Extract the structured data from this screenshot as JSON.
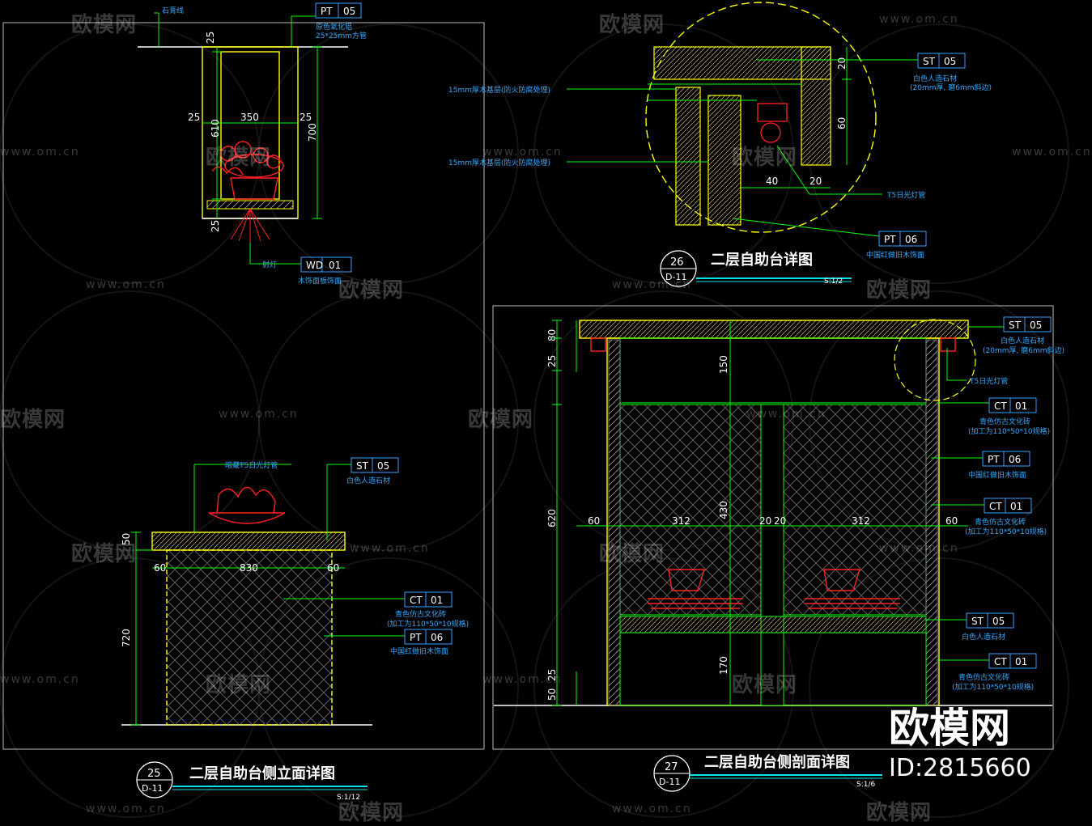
{
  "watermark": {
    "text": "欧模网",
    "url": "www.om.cn",
    "big_text": "欧模网",
    "id_text": "ID:2815660"
  },
  "views": [
    {
      "number": "25",
      "sheet": "D-11",
      "title": "二层自助台侧立面详图",
      "scale": "S:1/12"
    },
    {
      "number": "26",
      "sheet": "D-11",
      "title": "二层自助台详图",
      "scale": "S:1/2"
    },
    {
      "number": "27",
      "sheet": "D-11",
      "title": "二层自助台侧剖面详图",
      "scale": "S:1/6"
    }
  ],
  "top_elevation": {
    "dims": {
      "d25_top": "25",
      "d610": "610",
      "d700": "700",
      "d350": "350",
      "d25_left": "25",
      "d25_right": "25",
      "d25_bottom": "25"
    },
    "callouts": {
      "top_text": "石膏线",
      "pt_code": "PT",
      "pt_num": "05",
      "pt_desc1": "原色氧化铝",
      "pt_desc2": "25*25mm方管",
      "wd_code": "WD",
      "wd_num": "01",
      "wd_desc": "木饰面板饰面",
      "lamp": "射灯"
    }
  },
  "detail26": {
    "dims": {
      "d20": "20",
      "d60": "60",
      "d40": "40",
      "d20b": "20"
    },
    "notes": {
      "layer1": "15mm厚木基层(防火防腐处理)",
      "layer2": "15mm厚木基层(防火防腐处理)",
      "lamp": "T5日光灯管"
    },
    "st_code": "ST",
    "st_num": "05",
    "st_desc1": "白色人造石材",
    "st_desc2": "(20mm厚, 磨6mm斜边)",
    "pt_code": "PT",
    "pt_num": "06",
    "pt_desc": "中国红做旧木饰面"
  },
  "elev25": {
    "dims": {
      "d720": "720",
      "d60a": "60",
      "d830": "830",
      "d60b": "60",
      "d50": "50"
    },
    "notes": {
      "lamp": "暗藏T5日光灯管"
    },
    "st_code": "ST",
    "st_num": "05",
    "st_desc": "白色人造石材",
    "ct_code": "CT",
    "ct_num": "01",
    "ct_desc1": "青色仿古文化砖",
    "ct_desc2": "(加工为110*50*10规格)",
    "pt_code": "PT",
    "pt_num": "06",
    "pt_desc": "中国红做旧木饰面"
  },
  "section27": {
    "dims": {
      "d80": "80",
      "d25": "25",
      "d150": "150",
      "d620": "620",
      "d430": "430",
      "d60a": "60",
      "d312a": "312",
      "d20a": "20",
      "d20b": "20",
      "d312b": "312",
      "d60b": "60",
      "d170": "170",
      "d25b": "25",
      "d50": "50"
    },
    "callouts": [
      {
        "code": "ST",
        "num": "05",
        "desc1": "白色人造石材",
        "desc2": "(20mm厚, 磨6mm斜边)"
      },
      {
        "code": "",
        "num": "",
        "desc1": "T5日光灯管",
        "desc2": ""
      },
      {
        "code": "CT",
        "num": "01",
        "desc1": "青色仿古文化砖",
        "desc2": "(加工为110*50*10规格)"
      },
      {
        "code": "PT",
        "num": "06",
        "desc1": "中国红做旧木饰面",
        "desc2": ""
      },
      {
        "code": "CT",
        "num": "01",
        "desc1": "青色仿古文化砖",
        "desc2": "(加工为110*50*10规格)"
      },
      {
        "code": "ST",
        "num": "05",
        "desc1": "白色人造石材",
        "desc2": ""
      },
      {
        "code": "CT",
        "num": "01",
        "desc1": "青色仿古文化砖",
        "desc2": "(加工为110*50*10规格)"
      }
    ]
  },
  "colors": {
    "background": "#000000",
    "dimension": "#00ff00",
    "outline": "#ffff00",
    "callout_box": "#3aa0ff",
    "callout_text": "#33aaff",
    "object": "#ff2020",
    "title_text": "#ffffff",
    "sheet_line": "#00e5e5"
  }
}
